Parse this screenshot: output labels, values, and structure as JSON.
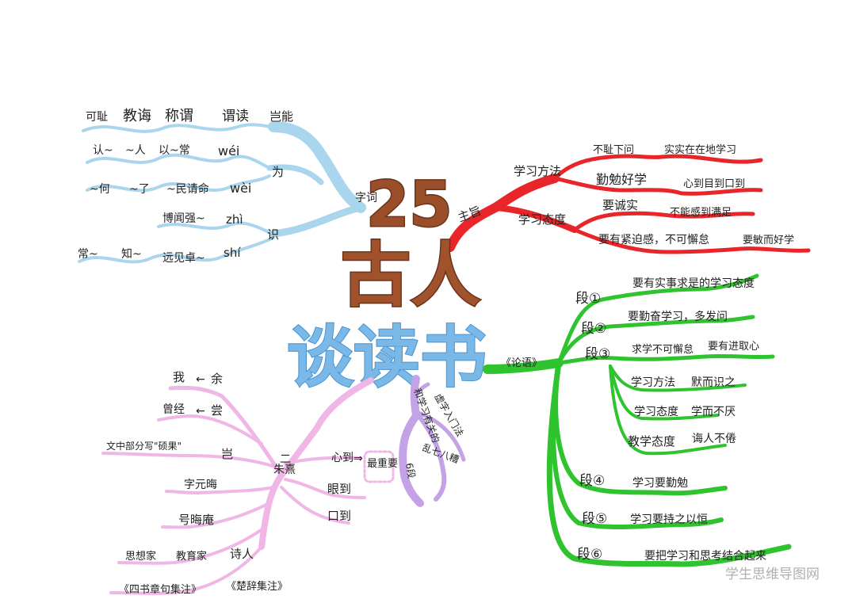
{
  "center": {
    "number": "25",
    "title_line1": "古人",
    "title_line2": "谈读书"
  },
  "colors": {
    "blue": "#a9d6ec",
    "red": "#e8262a",
    "green": "#2fc42f",
    "pink": "#efb6e6",
    "purple": "#c3a2e6",
    "brown": "#a0522d"
  },
  "blue_branch": {
    "label": "字词",
    "row1": [
      "可耻",
      "教诲",
      "称谓",
      "谓读",
      "岂能"
    ],
    "wei_label": "为",
    "wei_row1": [
      "认~",
      "~人",
      "以~常",
      "wéi"
    ],
    "wei_row2": [
      "~何",
      "~了",
      "~民请命",
      "wèi"
    ],
    "shi_label": "识",
    "shi_row1": [
      "博闻强~",
      "zhì"
    ],
    "shi_row2": [
      "常~",
      "知~",
      "远见卓~",
      "shí"
    ]
  },
  "red_branch": {
    "label": "主旨",
    "sub1": {
      "label": "学习方法",
      "items": [
        "不耻下问",
        "实实在在地学习",
        "勤勉好学",
        "心到目到口到"
      ]
    },
    "sub2": {
      "label": "学习态度",
      "items": [
        "要诚实",
        "不能感到满足",
        "要有紧迫感，不可懈怠",
        "要敏而好学"
      ]
    }
  },
  "green_branch": {
    "label": "《论语》",
    "d1": {
      "label": "段①",
      "text": "要有实事求是的学习态度"
    },
    "d2": {
      "label": "段②",
      "text": "要勤奋学习，多发问"
    },
    "d3": {
      "label": "段③",
      "text1": "求学不可懈怠",
      "text2": "要有进取心",
      "subs": [
        {
          "k": "学习方法",
          "v": "默而识之"
        },
        {
          "k": "学习态度",
          "v": "学而不厌"
        },
        {
          "k": "教学态度",
          "v": "诲人不倦"
        }
      ]
    },
    "d4": {
      "label": "段④",
      "text": "学习要勤勉"
    },
    "d5": {
      "label": "段⑤",
      "text": "学习要持之以恒"
    },
    "d6": {
      "label": "段⑥",
      "text": "要把学习和思考结合起来"
    }
  },
  "pink_branch": {
    "label": "朱熹",
    "wo": "我",
    "yu": "余",
    "cengjing": "曾经",
    "chang": "尝",
    "text_part": "文中部分写\"硕果\"",
    "qi": "岂",
    "xindao": "心到",
    "zuiyao": "最重要",
    "yandao": "眼到",
    "koudao": "口到",
    "zi": "字元晦",
    "hao": "号晦庵",
    "roles": [
      "思想家",
      "教育家",
      "诗人"
    ],
    "books": [
      "《四书章句集注》",
      "《楚辞集注》"
    ]
  },
  "purple_branch": {
    "items": [
      "和学习有关的",
      "虚字入门法",
      "乱七八糟",
      "6段"
    ]
  },
  "watermark": "学生思维导图网"
}
